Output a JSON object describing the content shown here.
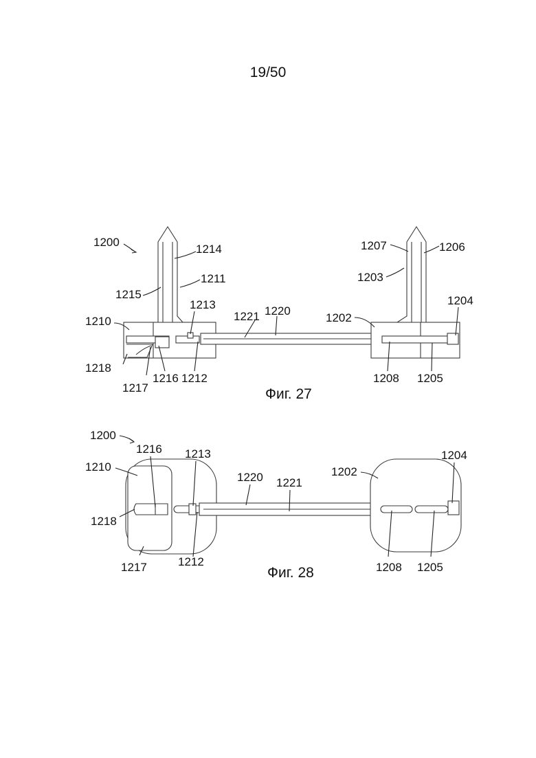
{
  "page_number": "19/50",
  "figures": [
    {
      "caption": "Фиг. 27",
      "labels": [
        "1200",
        "1214",
        "1211",
        "1215",
        "1213",
        "1210",
        "1221",
        "1220",
        "1218",
        "1217",
        "1216",
        "1212",
        "1207",
        "1206",
        "1203",
        "1202",
        "1204",
        "1208",
        "1205"
      ]
    },
    {
      "caption": "Фиг. 28",
      "labels": [
        "1200",
        "1216",
        "1213",
        "1210",
        "1220",
        "1221",
        "1202",
        "1204",
        "1218",
        "1217",
        "1212",
        "1208",
        "1205"
      ]
    }
  ]
}
